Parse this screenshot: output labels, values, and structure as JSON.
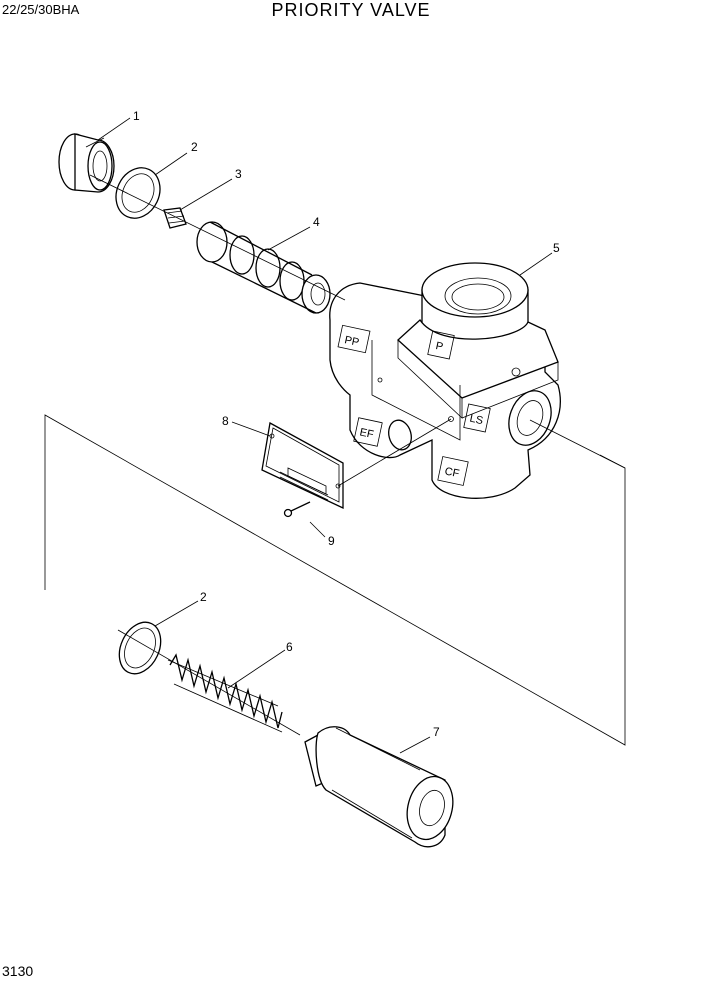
{
  "header": {
    "model": "22/25/30BHA",
    "title": "PRIORITY VALVE"
  },
  "footer": {
    "page_number": "3130"
  },
  "callouts": {
    "c1": "1",
    "c2a": "2",
    "c3": "3",
    "c4": "4",
    "c5": "5",
    "c8": "8",
    "c9": "9",
    "c2b": "2",
    "c6": "6",
    "c7": "7"
  },
  "port_labels": {
    "pp": "PP",
    "p": "P",
    "ls": "LS",
    "ef": "EF",
    "cf": "CF"
  }
}
